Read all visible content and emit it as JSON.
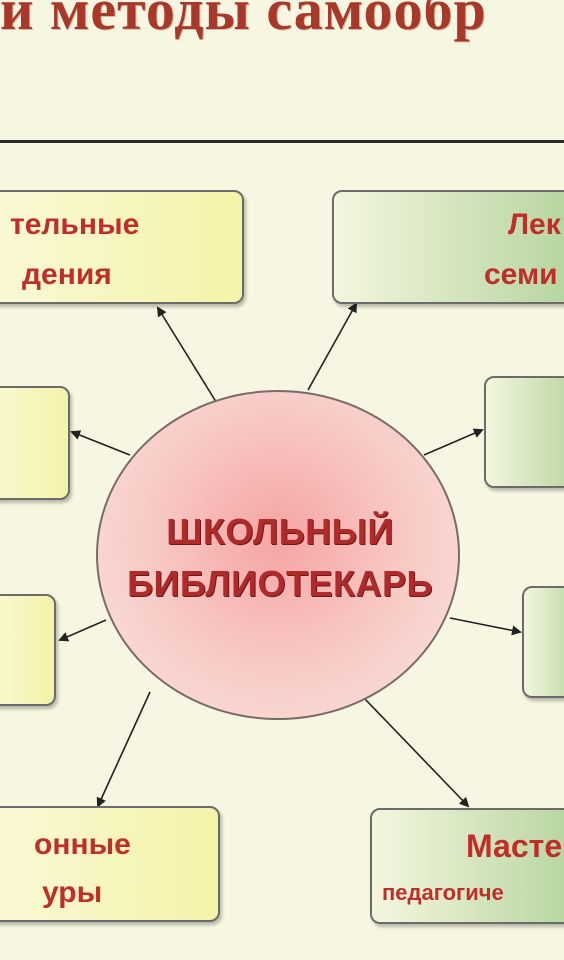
{
  "header": {
    "title": "и методы самообр"
  },
  "center": {
    "line1": "ШКОЛЬНЫЙ",
    "line2": "БИБЛИОТЕКАРЬ"
  },
  "boxes": {
    "top_left": {
      "line1": "тельные",
      "line2": "дения"
    },
    "top_right": {
      "line1": "Лек",
      "line2": "семи"
    },
    "mid_left_1": {
      "line1": ""
    },
    "mid_right_1": {
      "line1": ""
    },
    "mid_left_2": {
      "line1": ""
    },
    "mid_right_2": {
      "line1": ""
    },
    "bottom_left": {
      "line1": "онные",
      "line2": "уры"
    },
    "bottom_right": {
      "line1": "Масте",
      "line2": "педагогиче"
    }
  },
  "colors": {
    "text_red": "#c02e2a",
    "title_red": "#a8382a",
    "box_yellow": "#f4f3a8",
    "box_green": "#b4d49c"
  }
}
